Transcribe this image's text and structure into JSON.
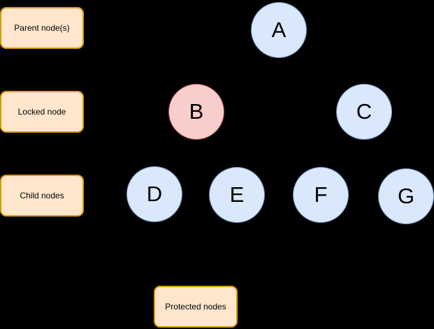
{
  "legend": [
    {
      "id": "parent-nodes",
      "label": "Parent node(s)"
    },
    {
      "id": "locked-node",
      "label": "Locked node"
    },
    {
      "id": "child-nodes",
      "label": "Child nodes"
    },
    {
      "id": "protected-nodes",
      "label": "Protected nodes"
    }
  ],
  "nodes": [
    {
      "id": "A",
      "label": "A",
      "variant": "default",
      "row": "parent"
    },
    {
      "id": "B",
      "label": "B",
      "variant": "locked",
      "row": "locked"
    },
    {
      "id": "C",
      "label": "C",
      "variant": "default",
      "row": "locked"
    },
    {
      "id": "D",
      "label": "D",
      "variant": "default",
      "row": "child"
    },
    {
      "id": "E",
      "label": "E",
      "variant": "default",
      "row": "child"
    },
    {
      "id": "F",
      "label": "F",
      "variant": "default",
      "row": "child"
    },
    {
      "id": "G",
      "label": "G",
      "variant": "default",
      "row": "child"
    }
  ],
  "colors": {
    "background": "#000000",
    "node_blue_fill": "#DAE8FC",
    "node_blue_border": "#6C8EBF",
    "node_locked_fill": "#F8CECC",
    "node_locked_border": "#B85450",
    "legend_fill": "#FFE6CC",
    "legend_border": "#D79B00",
    "text": "#000000"
  }
}
